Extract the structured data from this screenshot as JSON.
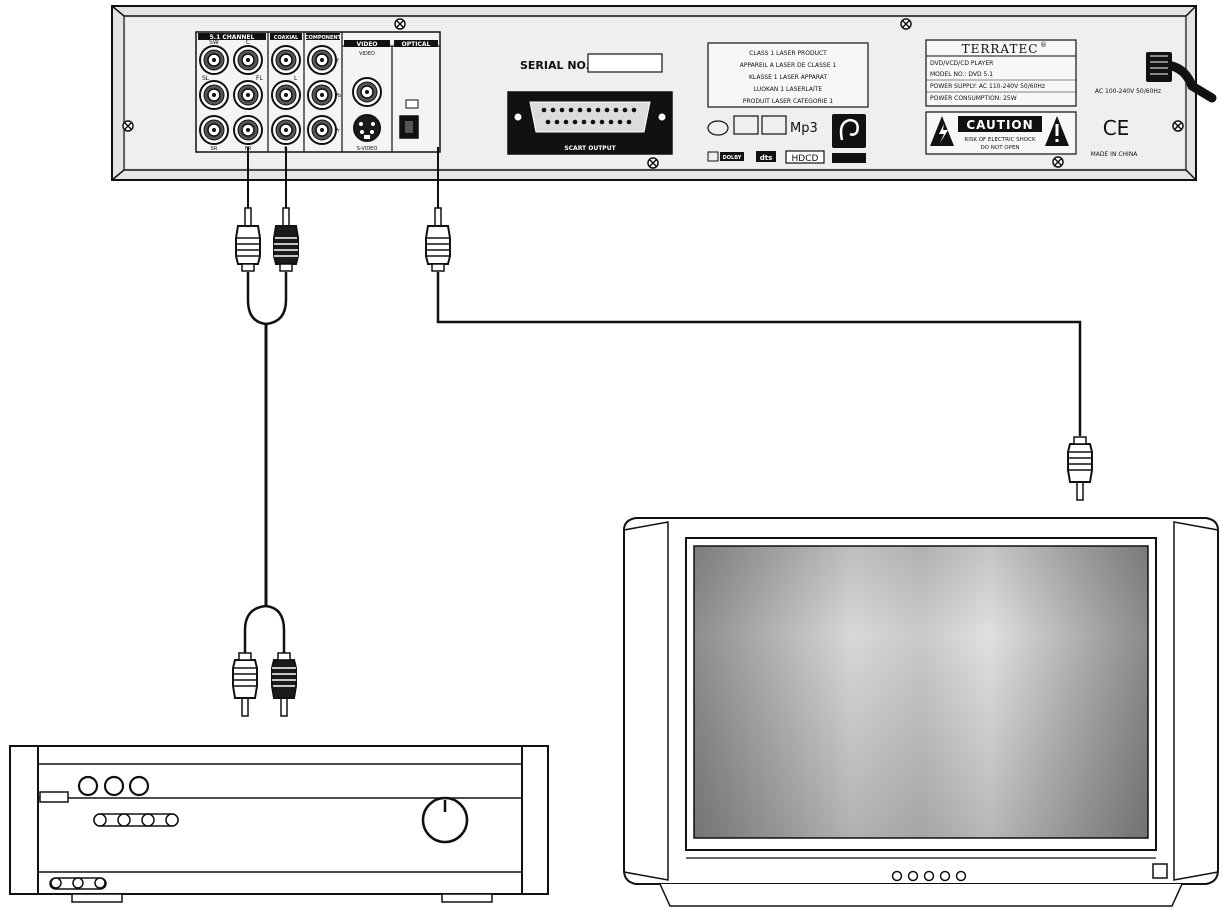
{
  "dvd_player": {
    "panel_headers": {
      "six_channel": "5.1 CHANNEL",
      "coaxial": "COAXIAL",
      "component": "COMPONENT",
      "video": "VIDEO",
      "optical": "OPTICAL"
    },
    "jack_labels": {
      "sw": "SW",
      "c": "C",
      "sl": "SL",
      "fl": "FL",
      "sr": "SR",
      "fr": "FR",
      "l": "L",
      "r": "R",
      "y": "Y",
      "pb": "Pb",
      "pr": "Pr",
      "video_jack": "VIDEO",
      "s_video": "S-VIDEO"
    },
    "serial_label": "SERIAL NO.",
    "scart_label": "SCART OUTPUT",
    "laser_notice": [
      "CLASS 1 LASER PRODUCT",
      "APPAREIL A LASER DE CLASSE 1",
      "KLASSE 1 LASER APPARAT",
      "LUOKAN 1 LASERLAITE",
      "PRODUIT LASER CATEGORIE 1"
    ],
    "brand": "TERRATEC",
    "brand_mark": "®",
    "spec_lines": [
      "DVD/VCD/CD PLAYER",
      "MODEL NO.: DVD 5.1",
      "POWER SUPPLY: AC 110-240V  50/60Hz",
      "POWER CONSUMPTION: 25W"
    ],
    "caution_title": "CAUTION",
    "caution_lines": [
      "RISK OF ELECTRIC SHOCK",
      "DO NOT OPEN"
    ],
    "ce_mark": "CE",
    "ac_label": "AC 100-240V 50/60Hz",
    "made_in": "MADE IN CHINA",
    "logos": {
      "mp3": "Mp3",
      "hdcd": "HDCD",
      "dts": "dts",
      "dolby": "DOLBY"
    }
  }
}
